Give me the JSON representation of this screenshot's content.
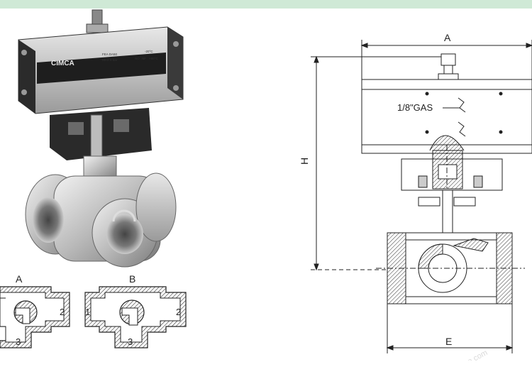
{
  "photo": {
    "actuator_brand": "CIMCA",
    "actuator_small_text": [
      "FEA DA50",
      "MAX 8 bar",
      "-20°C",
      "NO",
      "NF",
      "+80°C"
    ]
  },
  "flow_diagrams": [
    {
      "label": "A",
      "ports": {
        "left": "",
        "right": "2",
        "bottom": "3"
      }
    },
    {
      "label": "B",
      "ports": {
        "left": "1",
        "right": "2",
        "bottom": "3"
      }
    }
  ],
  "drawing": {
    "dim_top": "A",
    "dim_height": "H",
    "dim_bottom": "E",
    "port_callout": "1/8\"GAS",
    "watermark": "cn.valve.com"
  },
  "colors": {
    "accent_bar": "#cfe9d6",
    "line": "#222222",
    "hatch": "#333333"
  }
}
